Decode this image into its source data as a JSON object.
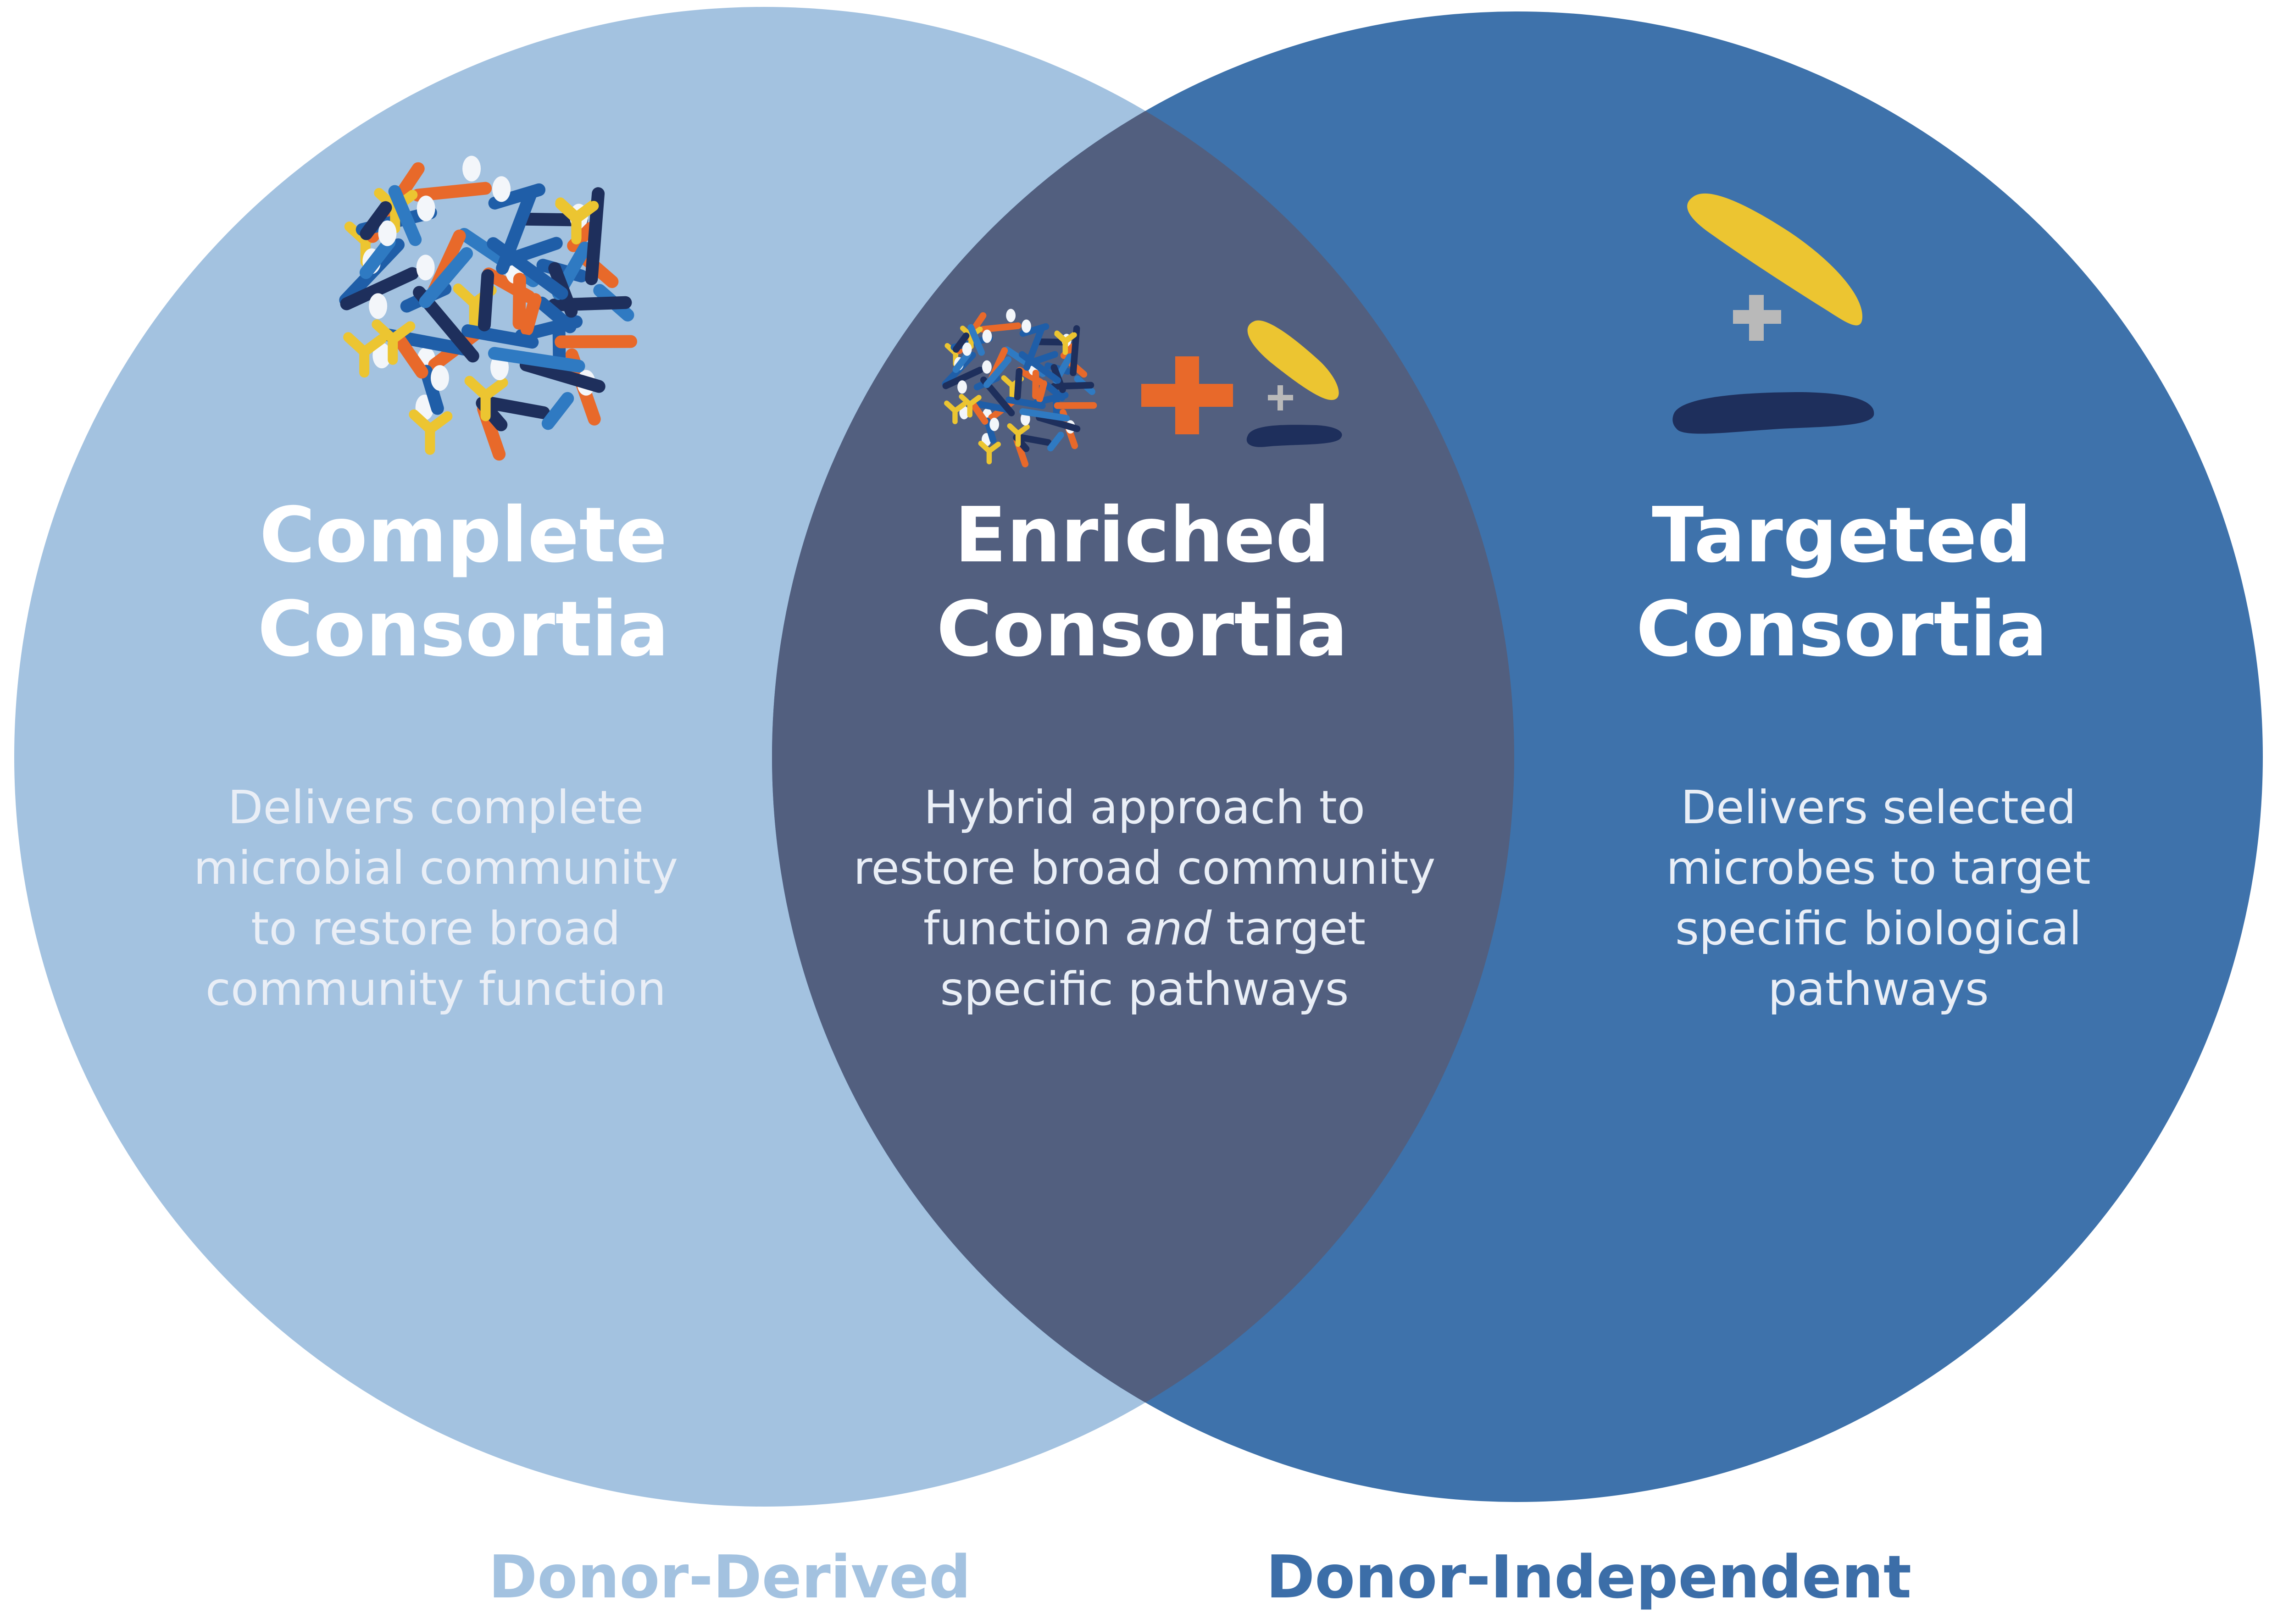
{
  "colors": {
    "left_circle": "#a3c2e0",
    "right_circle": "#3e72ab",
    "overlap": "#525f7f",
    "orange": "#e8692a",
    "yellow": "#ecc531",
    "navy": "#1e2f5c",
    "blue": "#1f5ea8",
    "plus_gray": "#b9b9b9"
  },
  "sections": [
    {
      "id": "complete",
      "title_line1": "Complete",
      "title_line2": "Consortia",
      "description_lines": [
        "Delivers complete",
        "microbial community",
        "to restore broad",
        "community function"
      ],
      "icon": "microbial-community-cluster-icon"
    },
    {
      "id": "enriched",
      "title_line1": "Enriched",
      "title_line2": "Consortia",
      "description_lines": [
        "Hybrid approach to",
        "restore broad community"
      ],
      "description_line3_pre": "function ",
      "description_line3_em": "and",
      "description_line3_post": " target",
      "description_line4": "specific pathways",
      "icon": "community-plus-selected-microbes-icon"
    },
    {
      "id": "targeted",
      "title_line1": "Targeted",
      "title_line2": "Consortia",
      "description_lines": [
        "Delivers selected",
        "microbes to target",
        "specific biological",
        "pathways"
      ],
      "icon": "selected-microbes-icon"
    }
  ],
  "footer": {
    "left_label": "Donor-Derived",
    "right_label": "Donor-Independent"
  }
}
